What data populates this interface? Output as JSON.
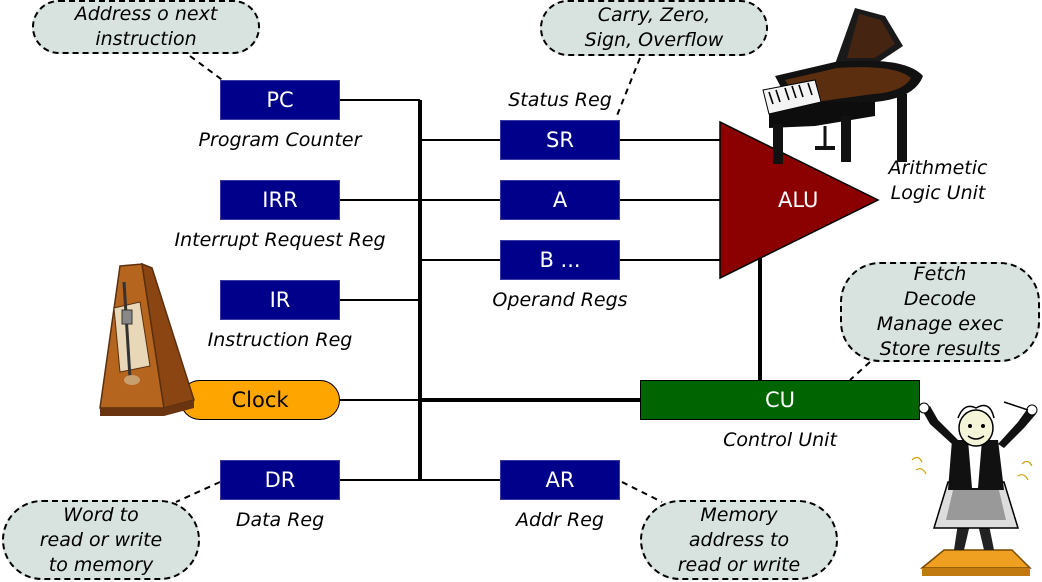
{
  "registers": {
    "pc": {
      "label": "PC",
      "caption": "Program Counter"
    },
    "irr": {
      "label": "IRR",
      "caption": "Interrupt Request Reg"
    },
    "ir": {
      "label": "IR",
      "caption": "Instruction Reg"
    },
    "dr": {
      "label": "DR",
      "caption": "Data Reg"
    },
    "sr": {
      "label": "SR",
      "caption": "Status Reg"
    },
    "a": {
      "label": "A"
    },
    "b": {
      "label": "B ..."
    },
    "operand_caption": "Operand Regs",
    "ar": {
      "label": "AR",
      "caption": "Addr Reg"
    }
  },
  "clock": {
    "label": "Clock"
  },
  "alu": {
    "label": "ALU",
    "caption_line1": "Arithmetic",
    "caption_line2": "Logic Unit"
  },
  "cu": {
    "label": "CU",
    "caption": "Control Unit"
  },
  "bubbles": {
    "pc": [
      "Address o next",
      "instruction"
    ],
    "sr": [
      "Carry, Zero,",
      "Sign, Overflow"
    ],
    "cu": [
      "Fetch",
      "Decode",
      "Manage exec",
      "Store results"
    ],
    "dr": [
      "Word to",
      "read or write",
      "to memory"
    ],
    "ar": [
      "Memory",
      "address to",
      "read or write"
    ]
  },
  "colors": {
    "register": "#00008b",
    "alu": "#8b0000",
    "cu": "#006400",
    "clock": "#ffa500",
    "bubble": "#d8e3e0"
  },
  "icons": [
    "grand-piano-icon",
    "metronome-icon",
    "conductor-icon"
  ]
}
